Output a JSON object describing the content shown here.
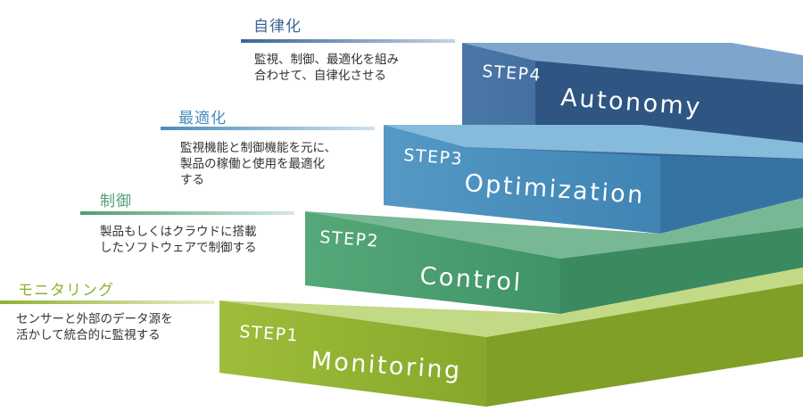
{
  "steps": [
    {
      "step": "STEP1",
      "name": "Monitoring",
      "title": "モニタリング",
      "desc_line1": "センサーと外部のデータ源を",
      "desc_line2": "活かして統合的に監視する",
      "color": "#8fb130"
    },
    {
      "step": "STEP2",
      "name": "Control",
      "title": "制御",
      "desc_line1": "製品もしくはクラウドに搭載",
      "desc_line2": "したソフトウェアで制御する",
      "color": "#4f9e72"
    },
    {
      "step": "STEP3",
      "name": "Optimization",
      "title": "最適化",
      "desc_line1": "監視機能と制御機能を元に、",
      "desc_line2": "製品の稼働と使用を最適化",
      "desc_line3": "する",
      "color": "#4a8dbb"
    },
    {
      "step": "STEP4",
      "name": "Autonomy",
      "title": "自律化",
      "desc_line1": "監視、制御、最適化を組み",
      "desc_line2": "合わせて、自律化させる",
      "color": "#3b6596"
    }
  ]
}
